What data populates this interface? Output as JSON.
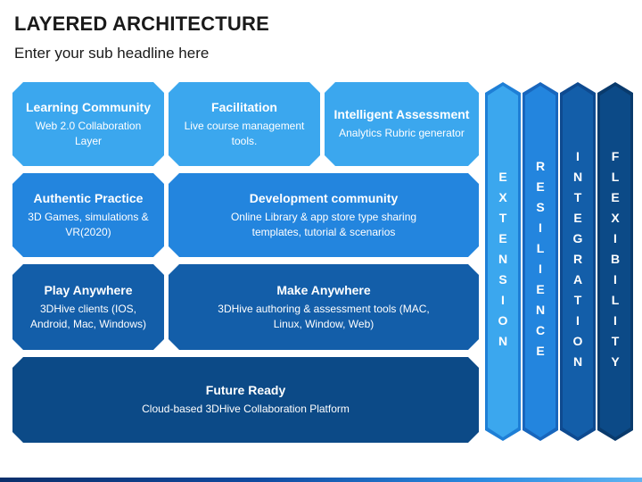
{
  "header": {
    "title": "LAYERED ARCHITECTURE",
    "subtitle": "Enter your sub headline here"
  },
  "blocks": {
    "learning_community": {
      "title": "Learning Community",
      "desc": "Web 2.0 Collaboration Layer"
    },
    "facilitation": {
      "title": "Facilitation",
      "desc": "Live course management tools."
    },
    "intelligent_assessment": {
      "title": "Intelligent Assessment",
      "desc": "Analytics Rubric generator"
    },
    "authentic_practice": {
      "title": "Authentic Practice",
      "desc": "3D Games, simulations & VR(2020)"
    },
    "development_community": {
      "title": "Development community",
      "desc": "Online Library & app store type sharing templates, tutorial & scenarios"
    },
    "play_anywhere": {
      "title": "Play Anywhere",
      "desc": "3DHive clients (IOS, Android, Mac, Windows)"
    },
    "make_anywhere": {
      "title": "Make Anywhere",
      "desc": "3DHive authoring & assessment tools (MAC, Linux, Window, Web)"
    },
    "future_ready": {
      "title": "Future Ready",
      "desc": "Cloud-based 3DHive Collaboration Platform"
    }
  },
  "columns": {
    "extension": "EXTENSION",
    "resilience": "RESILIENCE",
    "integration": "INTEGRATION",
    "flexibility": "FLEXIBILITY"
  },
  "colors": {
    "light_blue": "#3ba7ee",
    "medium_blue": "#2385de",
    "dark_blue": "#135ea9",
    "navy": "#0c4a87"
  }
}
